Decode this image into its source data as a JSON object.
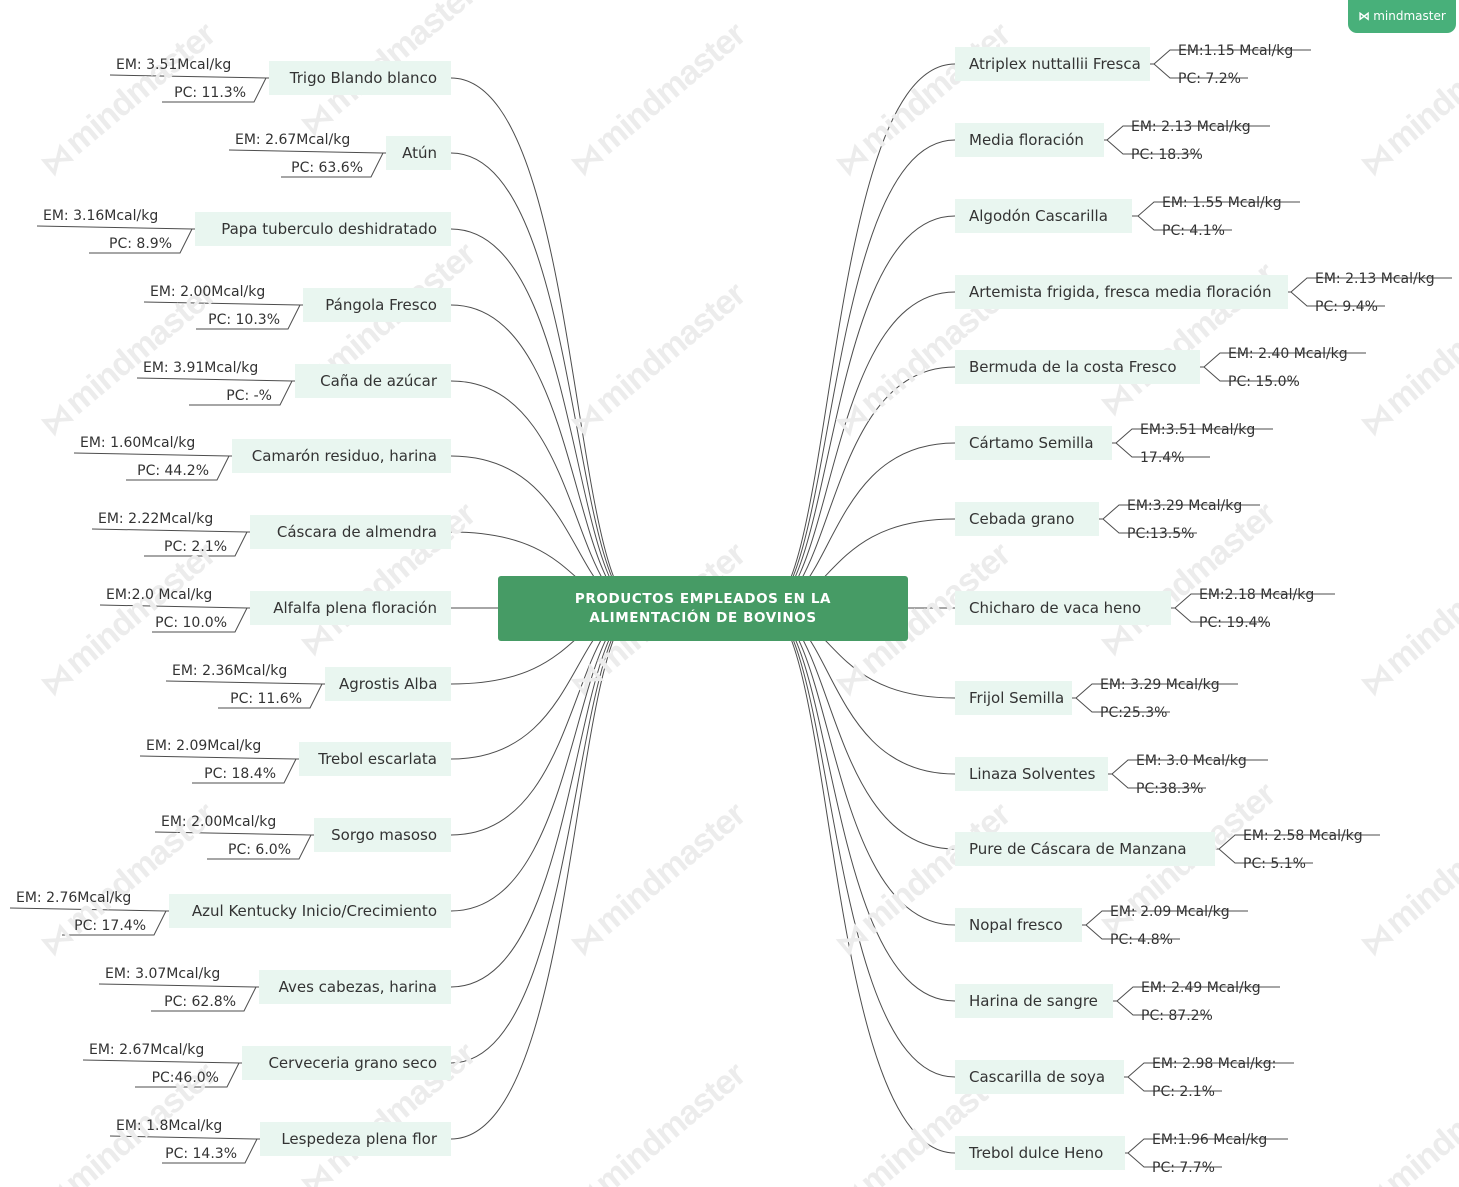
{
  "brand": {
    "badge_label": "mindmaster",
    "badge_icon": "mindmaster-logo-icon",
    "accent": "#48b07a",
    "watermark": "mindmaster"
  },
  "center": {
    "title": "PRODUCTOS EMPLEADOS EN LA ALIMENTACIÓN DE BOVINOS",
    "color": "#469b65"
  },
  "left": [
    {
      "label": "Trigo Blando blanco",
      "em": "EM: 3.51Mcal/kg",
      "pc": "PC: 11.3%"
    },
    {
      "label": "Atún",
      "em": "EM: 2.67Mcal/kg",
      "pc": "PC: 63.6%"
    },
    {
      "label": "Papa tuberculo deshidratado",
      "em": "EM: 3.16Mcal/kg",
      "pc": "PC: 8.9%"
    },
    {
      "label": "Pángola Fresco",
      "em": "EM: 2.00Mcal/kg",
      "pc": "PC: 10.3%"
    },
    {
      "label": "Caña de azúcar",
      "em": "EM: 3.91Mcal/kg",
      "pc": "PC: -%"
    },
    {
      "label": "Camarón residuo, harina",
      "em": "EM: 1.60Mcal/kg",
      "pc": "PC: 44.2%"
    },
    {
      "label": "Cáscara de almendra",
      "em": "EM: 2.22Mcal/kg",
      "pc": "PC: 2.1%"
    },
    {
      "label": "Alfalfa plena floración",
      "em": "EM:2.0 Mcal/kg",
      "pc": "PC: 10.0%"
    },
    {
      "label": "Agrostis Alba",
      "em": "EM: 2.36Mcal/kg",
      "pc": "PC: 11.6%"
    },
    {
      "label": "Trebol escarlata",
      "em": "EM: 2.09Mcal/kg",
      "pc": "PC: 18.4%"
    },
    {
      "label": "Sorgo masoso",
      "em": "EM: 2.00Mcal/kg",
      "pc": "PC: 6.0%"
    },
    {
      "label": "Azul Kentucky Inicio/Crecimiento",
      "em": "EM: 2.76Mcal/kg",
      "pc": "PC: 17.4%"
    },
    {
      "label": "Aves cabezas, harina",
      "em": "EM: 3.07Mcal/kg",
      "pc": "PC: 62.8%"
    },
    {
      "label": "Cerveceria grano seco",
      "em": "EM: 2.67Mcal/kg",
      "pc": "PC:46.0%"
    },
    {
      "label": "Lespedeza plena flor",
      "em": "EM: 1.8Mcal/kg",
      "pc": "PC: 14.3%"
    }
  ],
  "right": [
    {
      "label": "Atriplex nuttallii Fresca",
      "em": "EM:1.15 Mcal/kg",
      "pc": "PC: 7.2%"
    },
    {
      "label": "Media floración",
      "em": "EM: 2.13 Mcal/kg",
      "pc": "PC: 18.3%"
    },
    {
      "label": "Algodón Cascarilla",
      "em": "EM: 1.55 Mcal/kg",
      "pc": "PC: 4.1%"
    },
    {
      "label": "Artemista frigida, fresca media floración",
      "em": "EM: 2.13 Mcal/kg",
      "pc": "PC: 9.4%"
    },
    {
      "label": "Bermuda de la costa Fresco",
      "em": "EM: 2.40 Mcal/kg",
      "pc": "PC: 15.0%"
    },
    {
      "label": "Cártamo Semilla",
      "em": "EM:3.51 Mcal/kg",
      "pc": "17.4%"
    },
    {
      "label": "Cebada grano",
      "em": "EM:3.29 Mcal/kg",
      "pc": "PC:13.5%"
    },
    {
      "label": "Chicharo de vaca heno",
      "em": "EM:2.18 Mcal/kg",
      "pc": "PC: 19.4%"
    },
    {
      "label": "Frijol Semilla",
      "em": "EM: 3.29 Mcal/kg",
      "pc": "PC:25.3%"
    },
    {
      "label": "Linaza Solventes",
      "em": "EM: 3.0 Mcal/kg",
      "pc": "PC:38.3%"
    },
    {
      "label": "Pure de Cáscara de Manzana",
      "em": "EM: 2.58 Mcal/kg",
      "pc": "PC: 5.1%"
    },
    {
      "label": "Nopal fresco",
      "em": "EM: 2.09 Mcal/kg",
      "pc": "PC: 4.8%"
    },
    {
      "label": "Harina de sangre",
      "em": "EM: 2.49 Mcal/kg",
      "pc": "PC: 87.2%"
    },
    {
      "label": "Cascarilla de soya",
      "em": "EM: 2.98 Mcal/kg:",
      "pc": "PC: 2.1%"
    },
    {
      "label": "Trebol dulce Heno",
      "em": "EM:1.96 Mcal/kg",
      "pc": "PC: 7.7%"
    }
  ]
}
